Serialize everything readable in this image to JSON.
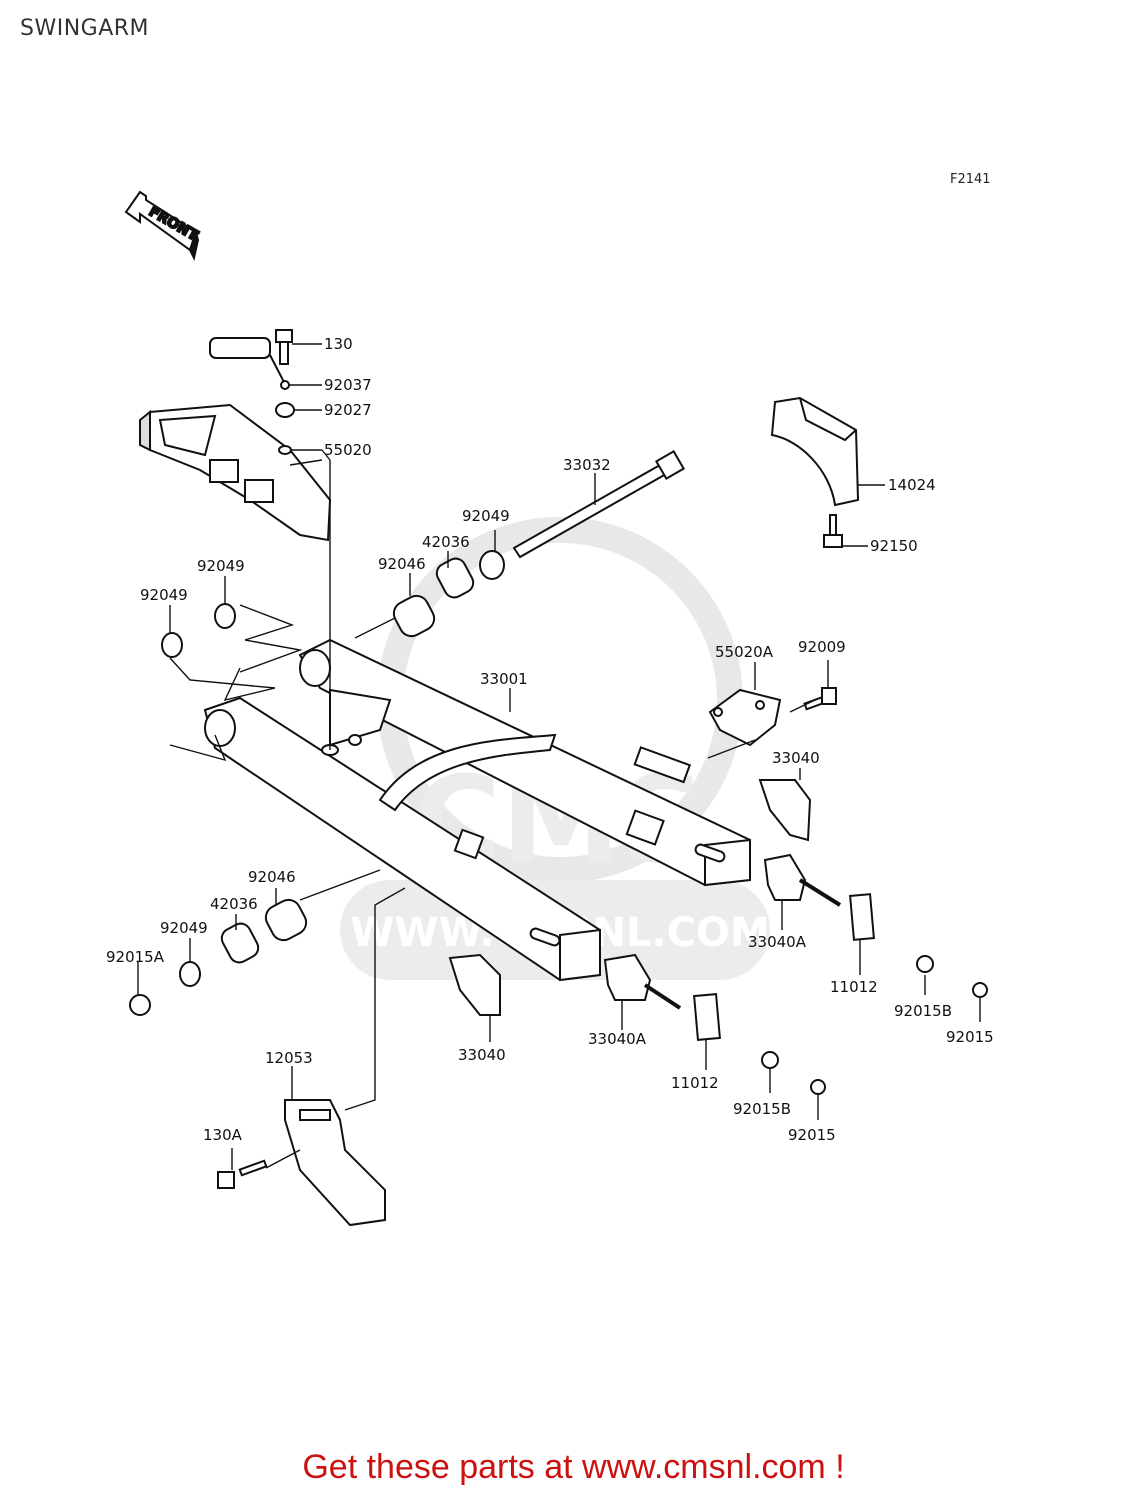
{
  "title": "SWINGARM",
  "figure_code": "F2141",
  "front_label": "FRONT",
  "watermark": {
    "text": "CMS",
    "url_text": "WWW.CMSNL.COM"
  },
  "footer": "Get these parts at www.cmsnl.com !",
  "colors": {
    "footer": "#cc1111",
    "line": "#111111",
    "watermark": "#e6e6e6"
  },
  "parts": [
    {
      "label": "130"
    },
    {
      "label": "92037"
    },
    {
      "label": "92027"
    },
    {
      "label": "55020"
    },
    {
      "label": "33032"
    },
    {
      "label": "14024"
    },
    {
      "label": "92150"
    },
    {
      "label": "92049"
    },
    {
      "label": "42036"
    },
    {
      "label": "92046"
    },
    {
      "label": "92049"
    },
    {
      "label": "92049"
    },
    {
      "label": "33001"
    },
    {
      "label": "55020A"
    },
    {
      "label": "92009"
    },
    {
      "label": "33040"
    },
    {
      "label": "92046"
    },
    {
      "label": "42036"
    },
    {
      "label": "92049"
    },
    {
      "label": "92015A"
    },
    {
      "label": "33040A"
    },
    {
      "label": "11012"
    },
    {
      "label": "92015B"
    },
    {
      "label": "92015"
    },
    {
      "label": "33040"
    },
    {
      "label": "33040A"
    },
    {
      "label": "11012"
    },
    {
      "label": "92015B"
    },
    {
      "label": "92015"
    },
    {
      "label": "12053"
    },
    {
      "label": "130A"
    }
  ]
}
